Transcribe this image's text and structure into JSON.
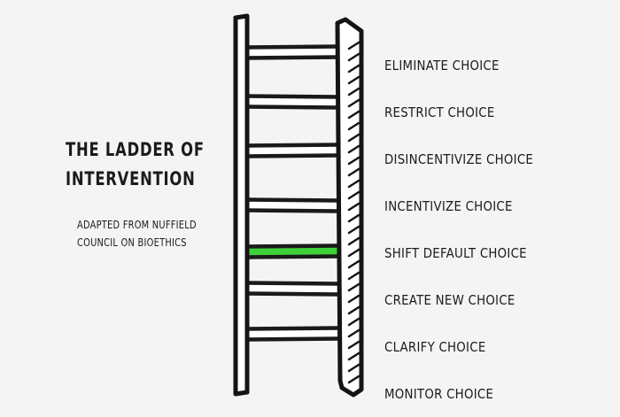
{
  "title_lines": [
    "THE LADDER OF",
    "INTERVENTION"
  ],
  "subtitle_lines": [
    "ADAPTED FROM NUFFIELD",
    "COUNCIL ON BIOETHICS"
  ],
  "rungs": [
    {
      "label": "ELIMINATE CHOICE",
      "highlighted": false
    },
    {
      "label": "RESTRICT CHOICE",
      "highlighted": false
    },
    {
      "label": "DISINCENTIVIZE CHOICE",
      "highlighted": false
    },
    {
      "label": "INCENTIVIZE CHOICE",
      "highlighted": false
    },
    {
      "label": "SHIFT DEFAULT CHOICE",
      "highlighted": true
    },
    {
      "label": "CREATE NEW CHOICE",
      "highlighted": false
    },
    {
      "label": "CLARIFY CHOICE",
      "highlighted": false
    },
    {
      "label": "MONITOR CHOICE",
      "highlighted": false
    }
  ],
  "colors": {
    "background": "#f4f4f4",
    "ink": "#1a1a1a",
    "highlight": "#3fd13a"
  }
}
